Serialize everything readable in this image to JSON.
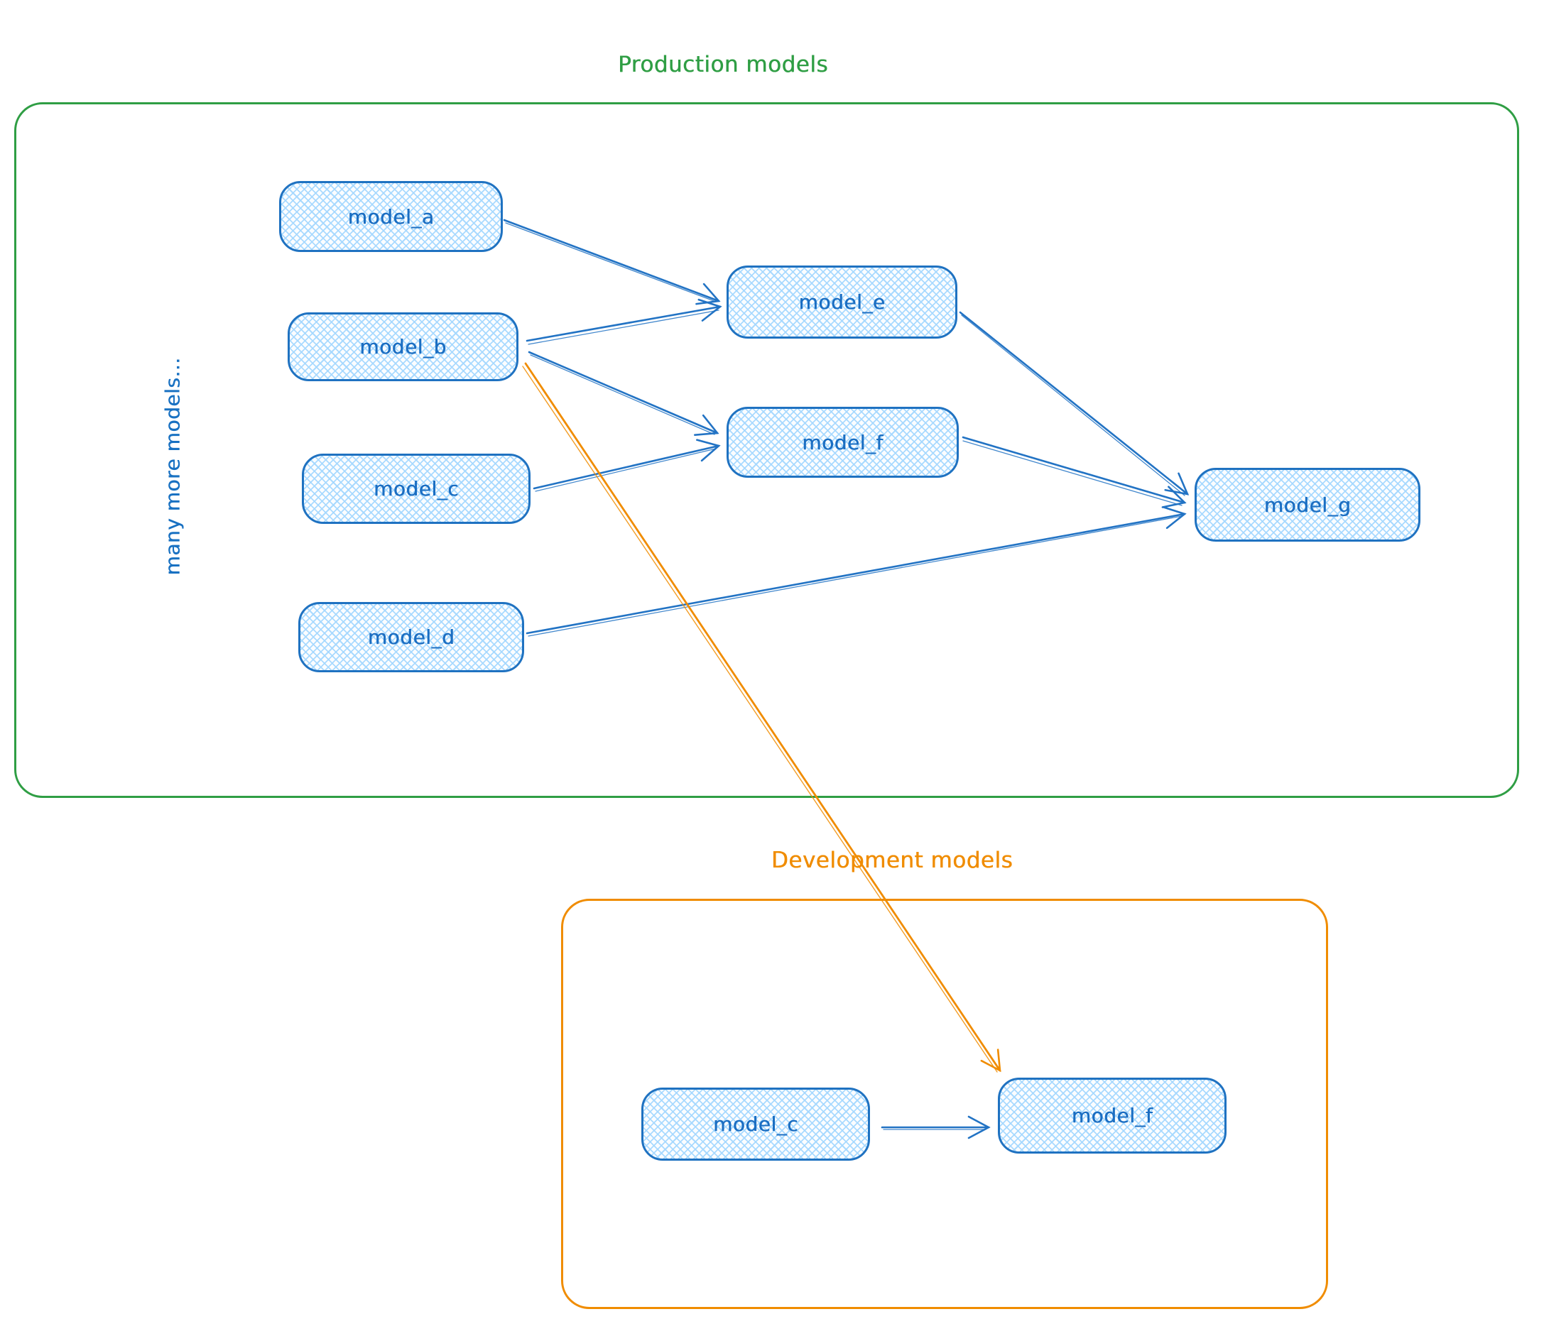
{
  "production": {
    "title": "Production models",
    "side_label": "many more models...",
    "nodes": {
      "a": "model_a",
      "b": "model_b",
      "c": "model_c",
      "d": "model_d",
      "e": "model_e",
      "f": "model_f",
      "g": "model_g"
    }
  },
  "development": {
    "title": "Development models",
    "nodes": {
      "c": "model_c",
      "f": "model_f"
    }
  },
  "edges": [
    {
      "from": "model_a",
      "to": "model_e",
      "scope": "production",
      "color": "blue"
    },
    {
      "from": "model_b",
      "to": "model_e",
      "scope": "production",
      "color": "blue"
    },
    {
      "from": "model_b",
      "to": "model_f",
      "scope": "production",
      "color": "blue"
    },
    {
      "from": "model_c",
      "to": "model_f",
      "scope": "production",
      "color": "blue"
    },
    {
      "from": "model_e",
      "to": "model_g",
      "scope": "production",
      "color": "blue"
    },
    {
      "from": "model_f",
      "to": "model_g",
      "scope": "production",
      "color": "blue"
    },
    {
      "from": "model_d",
      "to": "model_g",
      "scope": "production",
      "color": "blue"
    },
    {
      "from": "production.model_b",
      "to": "development.model_f",
      "scope": "cross-container",
      "color": "orange"
    },
    {
      "from": "model_c",
      "to": "model_f",
      "scope": "development",
      "color": "blue"
    }
  ],
  "colors": {
    "node_stroke": "#1f72c1",
    "node_fill_hatch": "#a5d8ff",
    "production_green": "#2f9e44",
    "development_orange": "#f08c00",
    "arrow_blue": "#2273c4"
  }
}
